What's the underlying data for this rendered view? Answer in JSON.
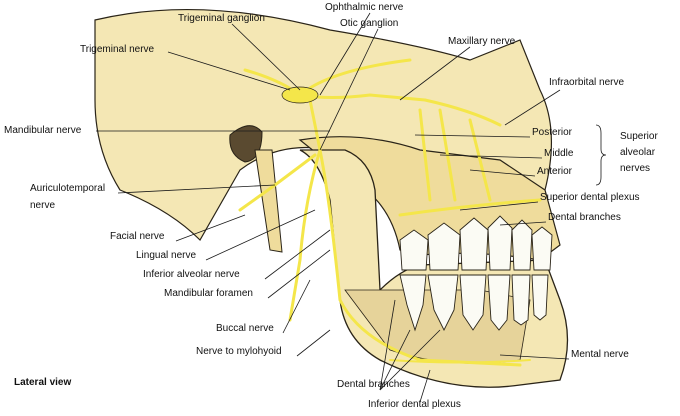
{
  "labels": {
    "trigeminal_ganglion": "Trigeminal ganglion",
    "ophthalmic_nerve": "Ophthalmic nerve",
    "otic_ganglion": "Otic ganglion",
    "maxillary_nerve": "Maxillary nerve",
    "trigeminal_nerve": "Trigeminal nerve",
    "infraorbital_nerve": "Infraorbital nerve",
    "mandibular_nerve": "Mandibular nerve",
    "posterior": "Posterior",
    "middle": "Middle",
    "anterior": "Anterior",
    "superior_alveolar_1": "Superior",
    "superior_alveolar_2": "alveolar",
    "superior_alveolar_3": "nerves",
    "auriculotemporal_1": "Auriculotemporal",
    "auriculotemporal_2": "nerve",
    "superior_dental_plexus": "Superior dental plexus",
    "dental_branches_upper": "Dental branches",
    "facial_nerve": "Facial nerve",
    "lingual_nerve": "Lingual nerve",
    "inferior_alveolar_nerve": "Inferior alveolar nerve",
    "mandibular_foramen": "Mandibular foramen",
    "buccal_nerve": "Buccal nerve",
    "nerve_to_mylohyoid": "Nerve to mylohyoid",
    "mental_nerve": "Mental nerve",
    "dental_branches_lower": "Dental branches",
    "inferior_dental_plexus": "Inferior dental plexus",
    "view": "Lateral view"
  },
  "colors": {
    "bone": "#f4e7b4",
    "bone_shade": "#e8cf86",
    "nerve": "#f4e64a",
    "tooth": "#fbfbf4",
    "outline": "#2a2418"
  }
}
